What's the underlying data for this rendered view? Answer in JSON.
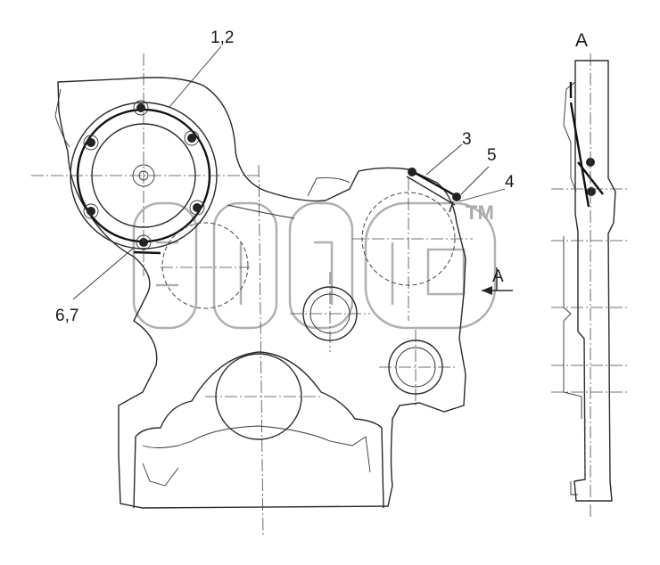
{
  "callouts": [
    {
      "id": "c12",
      "text": "1,2"
    },
    {
      "id": "c3",
      "text": "3"
    },
    {
      "id": "c5",
      "text": "5"
    },
    {
      "id": "c4",
      "text": "4"
    },
    {
      "id": "c67",
      "text": "6,7"
    }
  ],
  "view_label": "A",
  "section_arrow_label": "A",
  "watermark": {
    "trademark": "TM"
  }
}
